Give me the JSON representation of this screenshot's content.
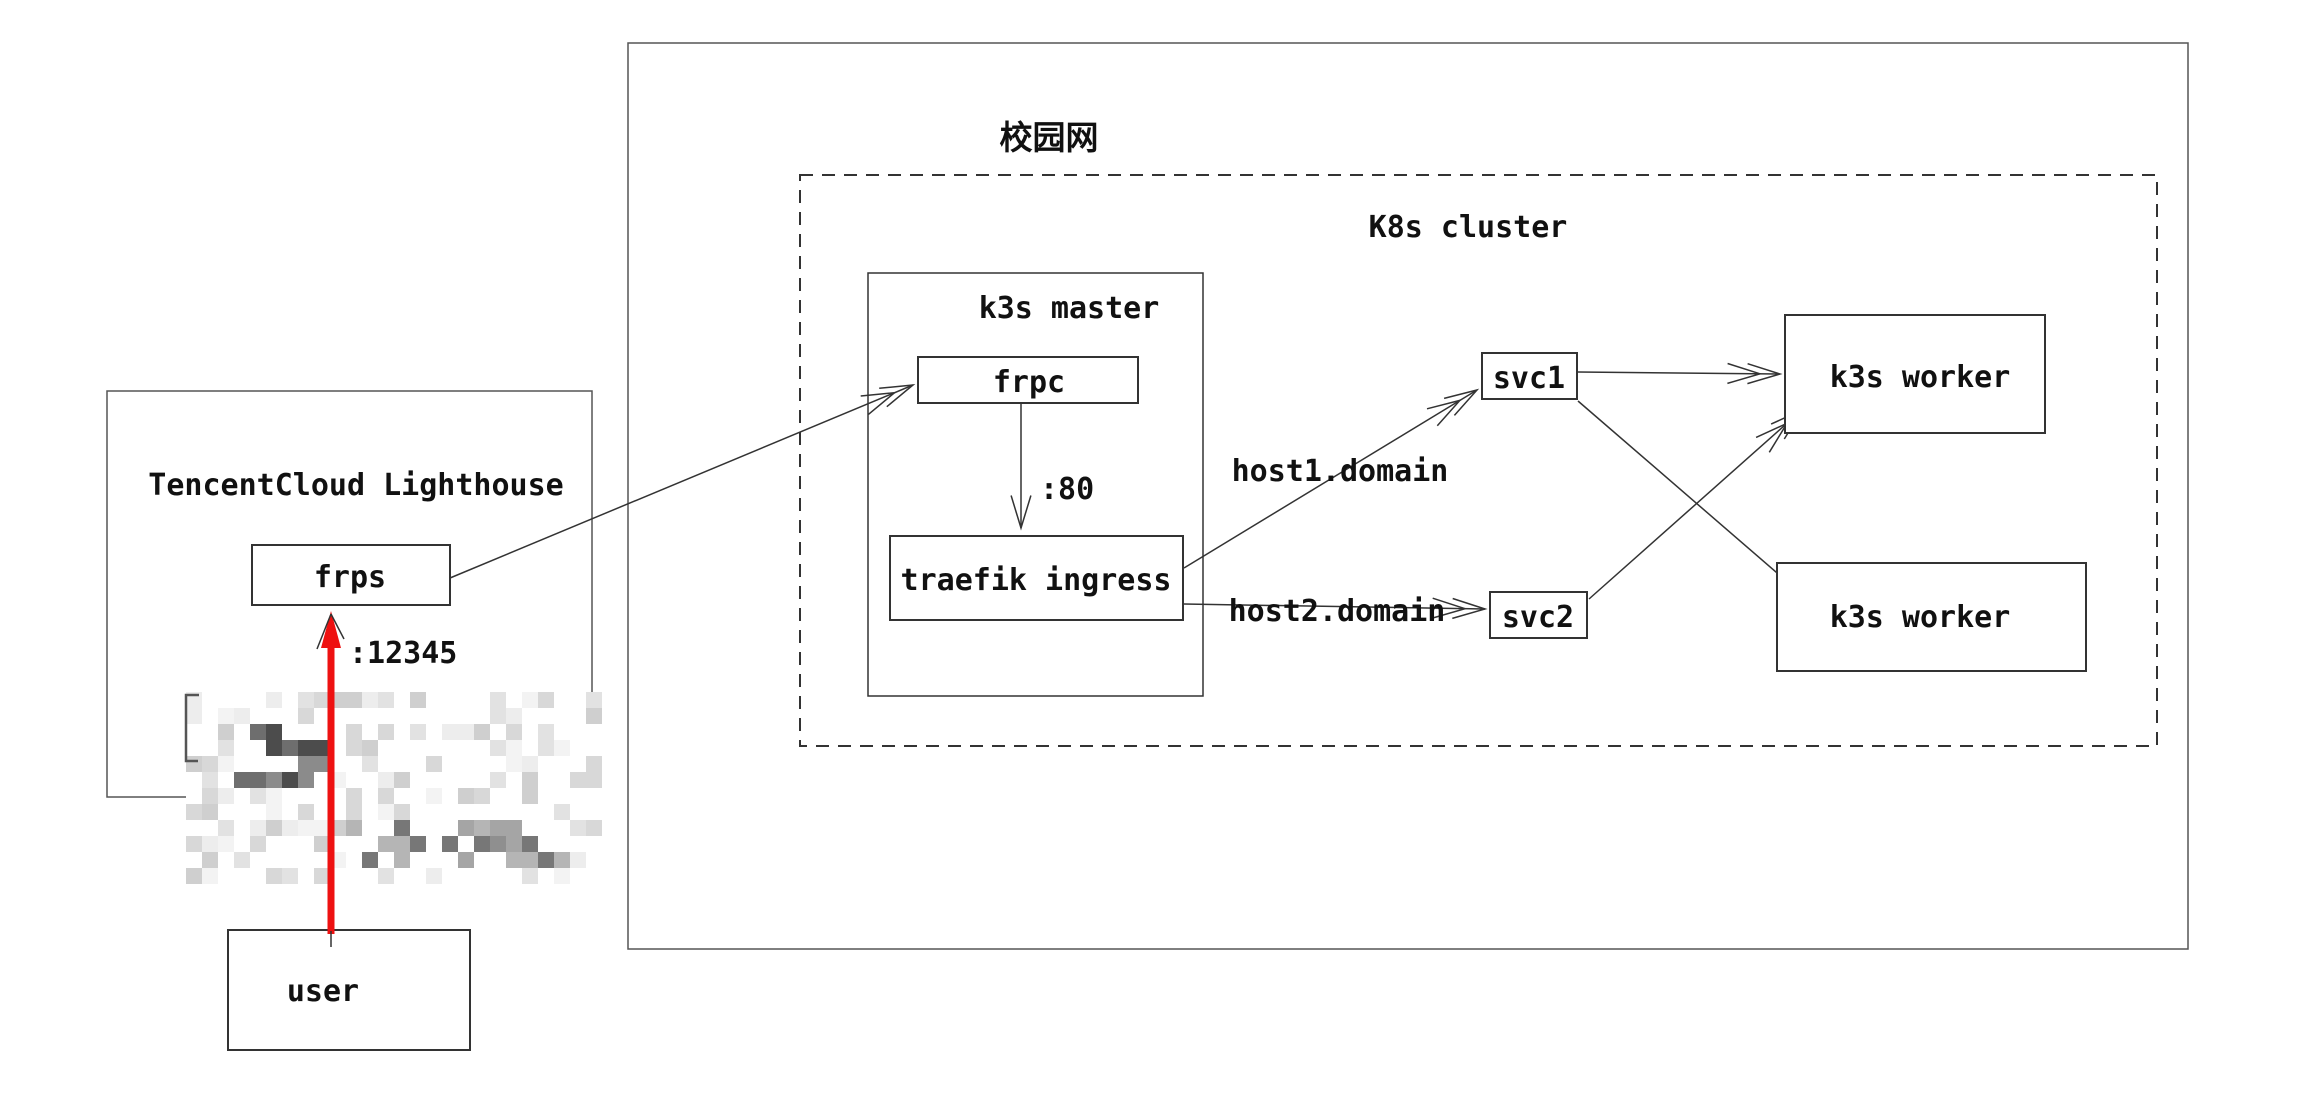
{
  "diagram": {
    "campus_network_label": "校园网",
    "k8s_cluster_label": "K8s cluster",
    "k3s_master_label": "k3s master",
    "frpc_label": "frpc",
    "port_80_label": ":80",
    "traefik_label": "traefik ingress",
    "host1_label": "host1.domain",
    "host2_label": "host2.domain",
    "svc1_label": "svc1",
    "svc2_label": "svc2",
    "k3s_worker_1_label": "k3s worker",
    "k3s_worker_2_label": "k3s worker",
    "tencent_cloud_label": "TencentCloud Lighthouse",
    "frps_label": "frps",
    "port_12345_label": ":12345",
    "user_label": "user"
  },
  "colors": {
    "arrow_red": "#ee1111",
    "line": "#333333",
    "text": "#111111"
  }
}
